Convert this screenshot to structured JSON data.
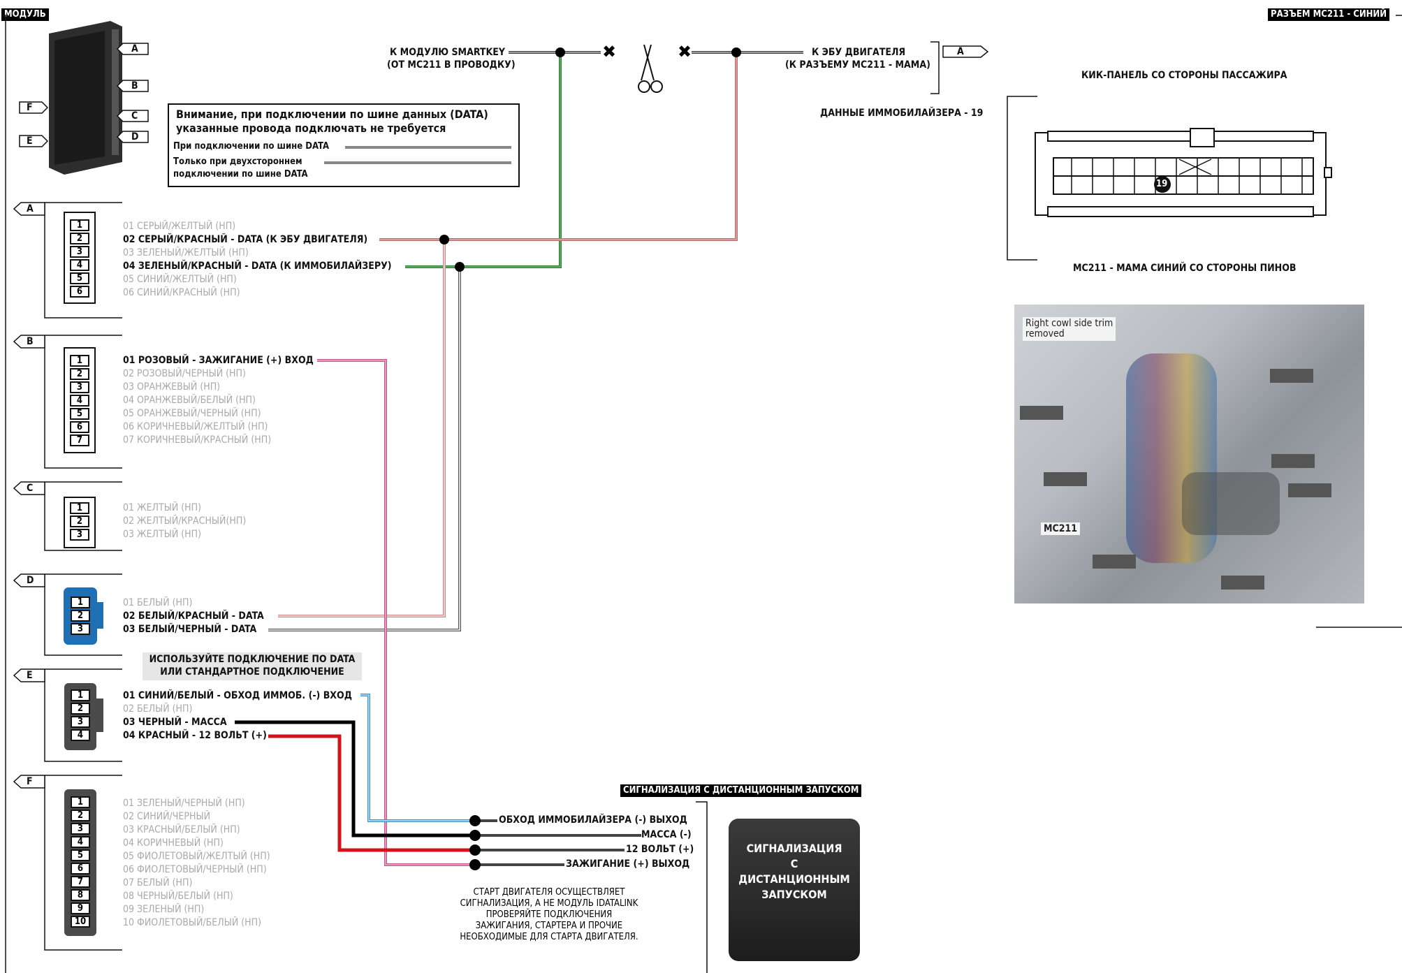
{
  "headers": {
    "module": "МОДУЛЬ",
    "connector": "РАЗЪЕМ МС211 - СИНИЙ",
    "alarm": "СИГНАЛИЗАЦИЯ С ДИСТАНЦИОННЫМ ЗАПУСКОМ"
  },
  "module_tags": [
    "A",
    "B",
    "C",
    "D",
    "F",
    "E"
  ],
  "notice": {
    "title_line1": "Внимание, при подключении по шине данных (DATA)",
    "title_line2": "указанные провода подключать не требуется",
    "row1": "При подключении по шине DATA",
    "row2_line1": "Только при двухстороннем",
    "row2_line2": "подключении по шине DATA"
  },
  "top_wires": {
    "smartkey_line1": "К МОДУЛЮ SMARTKEY",
    "smartkey_line2": "(ОТ МС211 В ПРОВОДКУ)",
    "ecu_line1": "К ЭБУ ДВИГАТЕЛЯ",
    "ecu_line2": "(К РАЗЪЕМУ МС211 - МАМА)",
    "ecu_tag": "A"
  },
  "connectors": {
    "A": {
      "tag": "A",
      "pins": [
        "1",
        "2",
        "3",
        "4",
        "5",
        "6"
      ],
      "lines": [
        {
          "text": "01 СЕРЫЙ/ЖЕЛТЫЙ (НП)",
          "bold": false
        },
        {
          "text": "02 СЕРЫЙ/КРАСНЫЙ - DATA (К ЭБУ ДВИГАТЕЛЯ)",
          "bold": true
        },
        {
          "text": "03 ЗЕЛЕНЫЙ/ЖЕЛТЫЙ (НП)",
          "bold": false
        },
        {
          "text": "04 ЗЕЛЕНЫЙ/КРАСНЫЙ - DATA (К ИММОБИЛАЙЗЕРУ)",
          "bold": true
        },
        {
          "text": "05 СИНИЙ/ЖЕЛТЫЙ (НП)",
          "bold": false
        },
        {
          "text": "06 СИНИЙ/КРАСНЫЙ (НП)",
          "bold": false
        }
      ]
    },
    "B": {
      "tag": "B",
      "pins": [
        "1",
        "2",
        "3",
        "4",
        "5",
        "6",
        "7"
      ],
      "lines": [
        {
          "text": "01 РОЗОВЫЙ - ЗАЖИГАНИЕ (+) ВХОД",
          "bold": true
        },
        {
          "text": "02 РОЗОВЫЙ/ЧЕРНЫЙ (НП)",
          "bold": false
        },
        {
          "text": "03 ОРАНЖЕВЫЙ (НП)",
          "bold": false
        },
        {
          "text": "04 ОРАНЖЕВЫЙ/БЕЛЫЙ (НП)",
          "bold": false
        },
        {
          "text": "05 ОРАНЖЕВЫЙ/ЧЕРНЫЙ (НП)",
          "bold": false
        },
        {
          "text": "06 КОРИЧНЕВЫЙ/ЖЕЛТЫЙ (НП)",
          "bold": false
        },
        {
          "text": "07 КОРИЧНЕВЫЙ/КРАСНЫЙ (НП)",
          "bold": false
        }
      ]
    },
    "C": {
      "tag": "C",
      "pins": [
        "1",
        "2",
        "3"
      ],
      "lines": [
        {
          "text": "01 ЖЕЛТЫЙ (НП)",
          "bold": false
        },
        {
          "text": "02 ЖЕЛТЫЙ/КРАСНЫЙ(НП)",
          "bold": false
        },
        {
          "text": "03 ЖЕЛТЫЙ (НП)",
          "bold": false
        }
      ]
    },
    "D": {
      "tag": "D",
      "pins": [
        "1",
        "2",
        "3"
      ],
      "lines": [
        {
          "text": "01 БЕЛЫЙ (НП)",
          "bold": false
        },
        {
          "text": "02 БЕЛЫЙ/КРАСНЫЙ - DATA",
          "bold": true
        },
        {
          "text": "03 БЕЛЫЙ/ЧЕРНЫЙ - DATA",
          "bold": true
        }
      ]
    },
    "E": {
      "tag": "E",
      "pins": [
        "1",
        "2",
        "3",
        "4"
      ],
      "lines": [
        {
          "text": "01 СИНИЙ/БЕЛЫЙ - ОБХОД ИММОБ. (-) ВХОД",
          "bold": true
        },
        {
          "text": "02 БЕЛЫЙ (НП)",
          "bold": false
        },
        {
          "text": "03 ЧЕРНЫЙ - МАССА",
          "bold": true
        },
        {
          "text": "04 КРАСНЫЙ - 12 ВОЛЬТ (+)",
          "bold": true
        }
      ]
    },
    "F": {
      "tag": "F",
      "pins": [
        "1",
        "2",
        "3",
        "4",
        "5",
        "6",
        "7",
        "8",
        "9",
        "10"
      ],
      "lines": [
        {
          "text": "01 ЗЕЛЕНЫЙ/ЧЕРНЫЙ (НП)",
          "bold": false
        },
        {
          "text": "02 СИНИЙ/ЧЕРНЫЙ",
          "bold": false
        },
        {
          "text": "03 КРАСНЫЙ/БЕЛЫЙ (НП)",
          "bold": false
        },
        {
          "text": "04 КОРИЧНЕВЫЙ (НП)",
          "bold": false
        },
        {
          "text": "05 ФИОЛЕТОВЫЙ/ЖЕЛТЫЙ (НП)",
          "bold": false
        },
        {
          "text": "06 ФИОЛЕТОВЫЙ/ЧЕРНЫЙ (НП)",
          "bold": false
        },
        {
          "text": "07 БЕЛЫЙ (НП)",
          "bold": false
        },
        {
          "text": "08 ЧЕРНЫЙ/БЕЛЫЙ (НП)",
          "bold": false
        },
        {
          "text": "09 ЗЕЛЕНЫЙ (НП)",
          "bold": false
        },
        {
          "text": "10 ФИОЛЕТОВЫЙ/БЕЛЫЙ (НП)",
          "bold": false
        }
      ]
    }
  },
  "use_data_note": {
    "line1": "ИСПОЛЬЗУЙТЕ  ПОДКЛЮЧЕНИЕ ПО DATA",
    "line2": "ИЛИ  СТАНДАРТНОЕ ПОДКЛЮЧЕНИЕ"
  },
  "alarm_outputs": [
    "ОБХОД ИММОБИЛАЙЗЕРА (-) ВЫХОД",
    "МАССА (-)",
    "12 ВОЛЬТ (+)",
    "ЗАЖИГАНИЕ (+) ВЫХОД"
  ],
  "alarm_box": {
    "line1": "СИГНАЛИЗАЦИЯ",
    "line2": "С",
    "line3": "ДИСТАНЦИОННЫМ",
    "line4": "ЗАПУСКОМ"
  },
  "start_note": [
    "СТАРТ ДВИГАТЕЛЯ ОСУЩЕСТВЛЯЕТ",
    "СИГНАЛИЗАЦИЯ, А НЕ МОДУЛЬ IDATALINK",
    "ПРОВЕРЯЙТЕ ПОДКЛЮЧЕНИЯ",
    "ЗАЖИГАНИЯ, СТАРТЕРА И ПРОЧИЕ",
    "НЕОБХОДИМЫЕ ДЛЯ СТАРТА ДВИГАТЕЛЯ."
  ],
  "right_panel": {
    "kick_panel": "КИК-ПАНЕЛЬ СО СТОРОНЫ ПАССАЖИРА",
    "immo_data": "ДАННЫЕ ИММОБИЛАЙЗЕРА - 19",
    "pin_number": "19",
    "connector_caption": "МС211 - МАМА СИНИЙ СО СТОРОНЫ ПИНОВ",
    "photo_caption_line1": "Right cowl side trim",
    "photo_caption_line2": "removed",
    "photo_label": "MC211"
  },
  "colors": {
    "green": "#2e7d32",
    "pink": "#e07aa8",
    "salmon": "#d98a8a",
    "blue": "#1f6fb5",
    "red": "#d0141a",
    "gray": "#9a9a9a"
  }
}
